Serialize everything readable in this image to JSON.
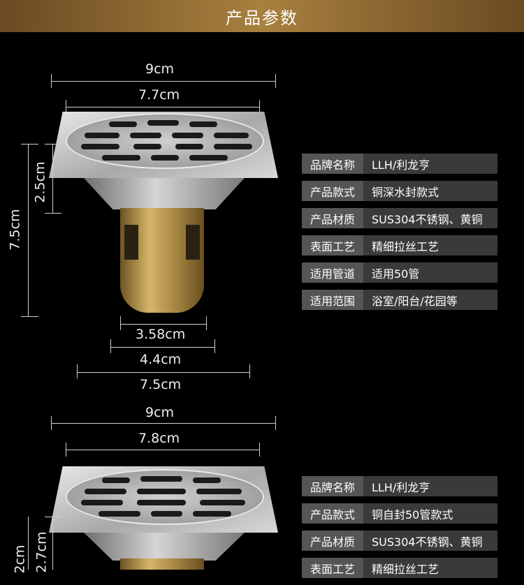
{
  "header": {
    "title": "产品参数"
  },
  "product1": {
    "dims": {
      "top_outer": "9cm",
      "top_inner": "7.7cm",
      "left_outer": "7.5cm",
      "left_inner": "2.5cm",
      "bottom_inner": "3.58cm",
      "bottom_mid": "4.4cm",
      "bottom_outer": "7.5cm"
    },
    "specs": [
      {
        "key": "品牌名称",
        "value": "LLH/利龙亨"
      },
      {
        "key": "产品款式",
        "value": "铜深水封款式"
      },
      {
        "key": "产品材质",
        "value": "SUS304不锈钢、黄铜"
      },
      {
        "key": "表面工艺",
        "value": "精细拉丝工艺"
      },
      {
        "key": "适用管道",
        "value": "适用50管"
      },
      {
        "key": "适用范围",
        "value": "浴室/阳台/花园等"
      }
    ]
  },
  "product2": {
    "dims": {
      "top_outer": "9cm",
      "top_inner": "7.8cm",
      "left_outer": "2cm",
      "left_inner": "2.7cm"
    },
    "specs": [
      {
        "key": "品牌名称",
        "value": "LLH/利龙亨"
      },
      {
        "key": "产品款式",
        "value": "铜自封50管款式"
      },
      {
        "key": "产品材质",
        "value": "SUS304不锈钢、黄铜"
      },
      {
        "key": "表面工艺",
        "value": "精细拉丝工艺"
      }
    ]
  },
  "colors": {
    "header_gold": "#a8803e",
    "key_bg": "#555555",
    "val_bg": "#3a3a3a"
  }
}
